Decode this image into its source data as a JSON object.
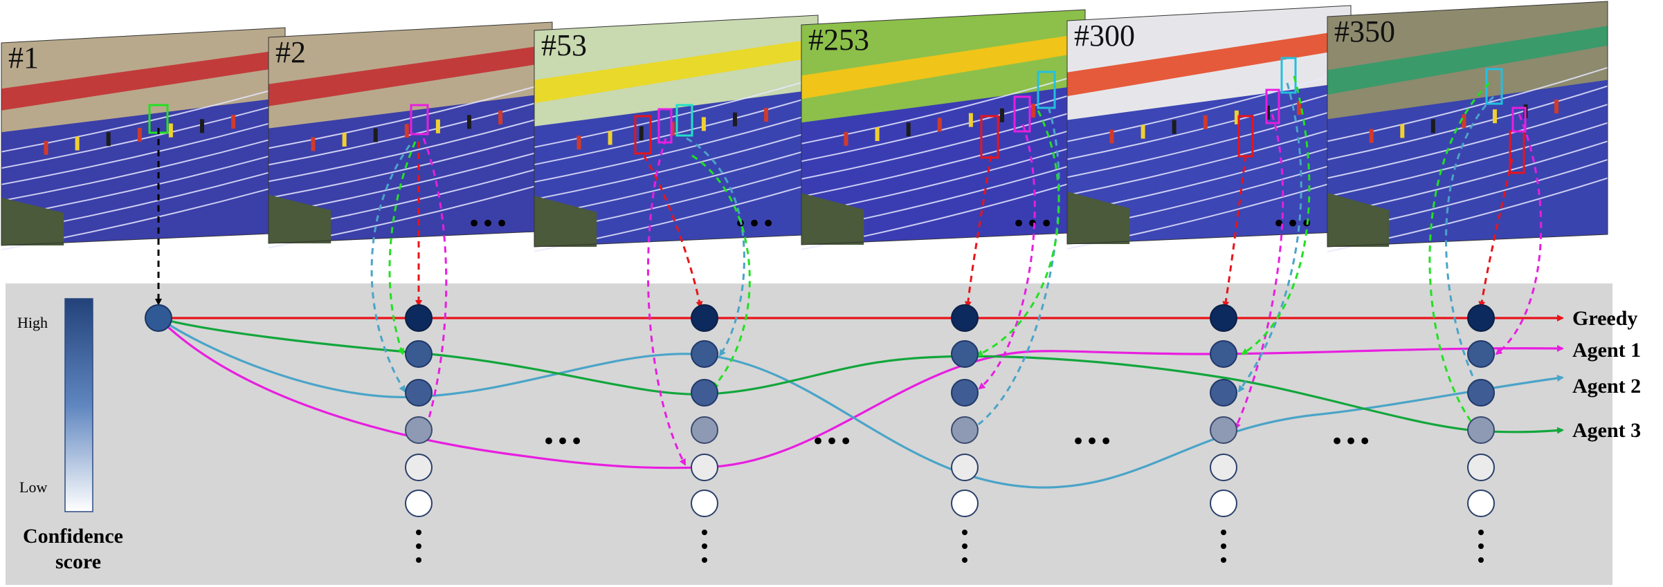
{
  "frames": [
    {
      "label": "#1",
      "scene": "tdk"
    },
    {
      "label": "#2",
      "scene": "tdk"
    },
    {
      "label": "#53",
      "scene": "curve"
    },
    {
      "label": "#253",
      "scene": "green"
    },
    {
      "label": "#300",
      "scene": "white"
    },
    {
      "label": "#350",
      "scene": "crowd"
    }
  ],
  "legend": {
    "greedy": "Greedy",
    "agent1": "Agent 1",
    "agent2": "Agent 2",
    "agent3": "Agent 3"
  },
  "scale": {
    "high": "High",
    "low": "Low",
    "title_line1": "Confidence",
    "title_line2": "score"
  },
  "ellipsis": "•••",
  "colors": {
    "greedy": "#e8141a",
    "agent1": "#e81ee0",
    "agent2": "#4aa4c8",
    "agent3": "#12a63c",
    "background_panel": "#d6d6d6",
    "node_dark": "#0d2a5e"
  }
}
